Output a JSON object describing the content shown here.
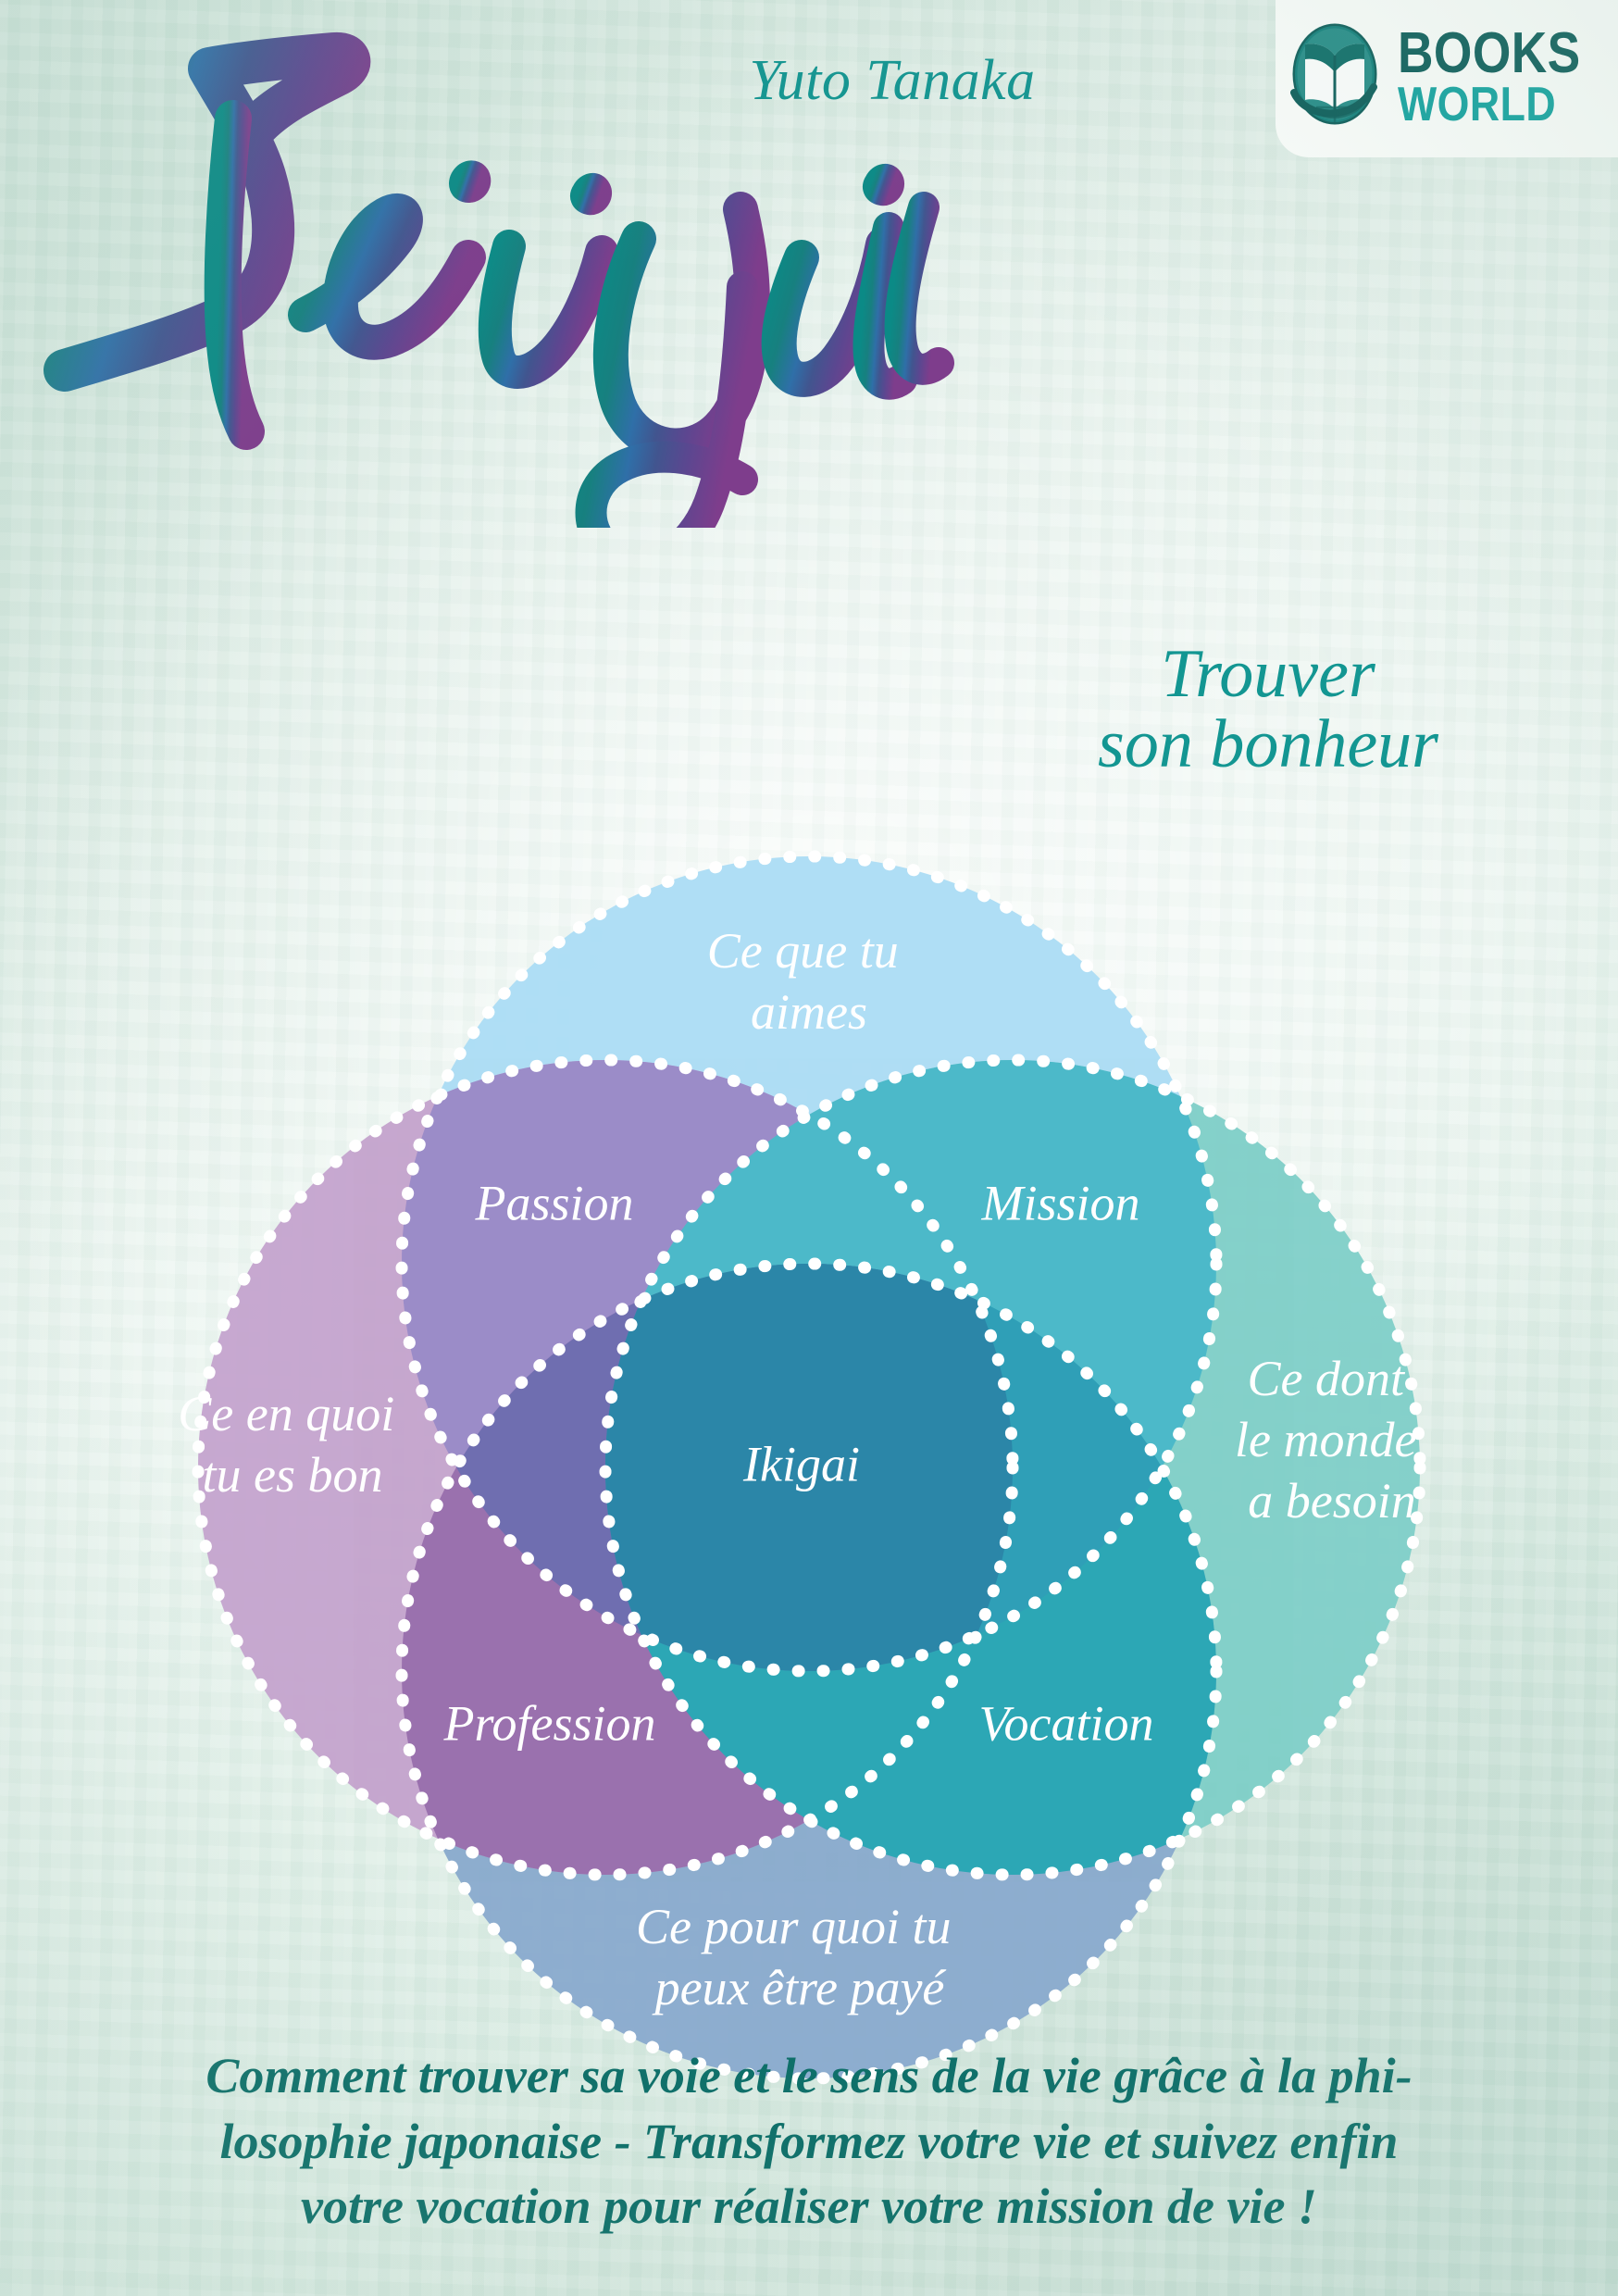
{
  "cover": {
    "author": "Yuto Tanaka",
    "title": "Ikigai",
    "subtitle_line1": "Trouver",
    "subtitle_line2": "son bonheur",
    "background_color": "#e0eee7",
    "title_colors": [
      "#0b8a86",
      "#2f6fa8",
      "#41558f",
      "#6b3f8e",
      "#7e3d8c"
    ],
    "subtitle_color": "#139692",
    "author_color": "#119490"
  },
  "publisher": {
    "line1": "BOOKS",
    "line2": "WORLD",
    "logo_icon": "open-book-globe-icon",
    "line1_color": "#0d5d5a",
    "line2_color": "#14a3a0"
  },
  "venn": {
    "outer_labels": [
      {
        "id": "love",
        "text_line1": "Ce que tu",
        "text_line2": "aimes",
        "color": "#abdcf4"
      },
      {
        "id": "world",
        "text_line1": "Ce dont",
        "text_line2": "le monde",
        "text_line3": "a besoin",
        "color": "#7fcfc8"
      },
      {
        "id": "paid",
        "text_line1": "Ce pour quoi tu",
        "text_line2": "peux être payé",
        "color": "#89aacd"
      },
      {
        "id": "good",
        "text_line1": "Ce en quoi",
        "text_line2": "tu es bon",
        "color": "#c4a3cd"
      }
    ],
    "intersections": [
      {
        "id": "passion",
        "label": "Passion",
        "color": "#9b8cc8"
      },
      {
        "id": "mission",
        "label": "Mission",
        "color": "#4cb9c9"
      },
      {
        "id": "vocation",
        "label": "Vocation",
        "color": "#2ca7b5"
      },
      {
        "id": "profession",
        "label": "Profession",
        "color": "#9a71ae"
      }
    ],
    "center": {
      "label": "Ikigai",
      "color": "#2b86a8"
    },
    "border_style": "dotted-white"
  },
  "blurb": {
    "line1": "Comment trouver sa voie et le sens de la vie grâce à la phi-",
    "line2": "losophie japonaise - Transformez votre vie et suivez enfin",
    "line3": "votre vocation pour réaliser votre mission de vie !",
    "color": "#0e6f69"
  }
}
